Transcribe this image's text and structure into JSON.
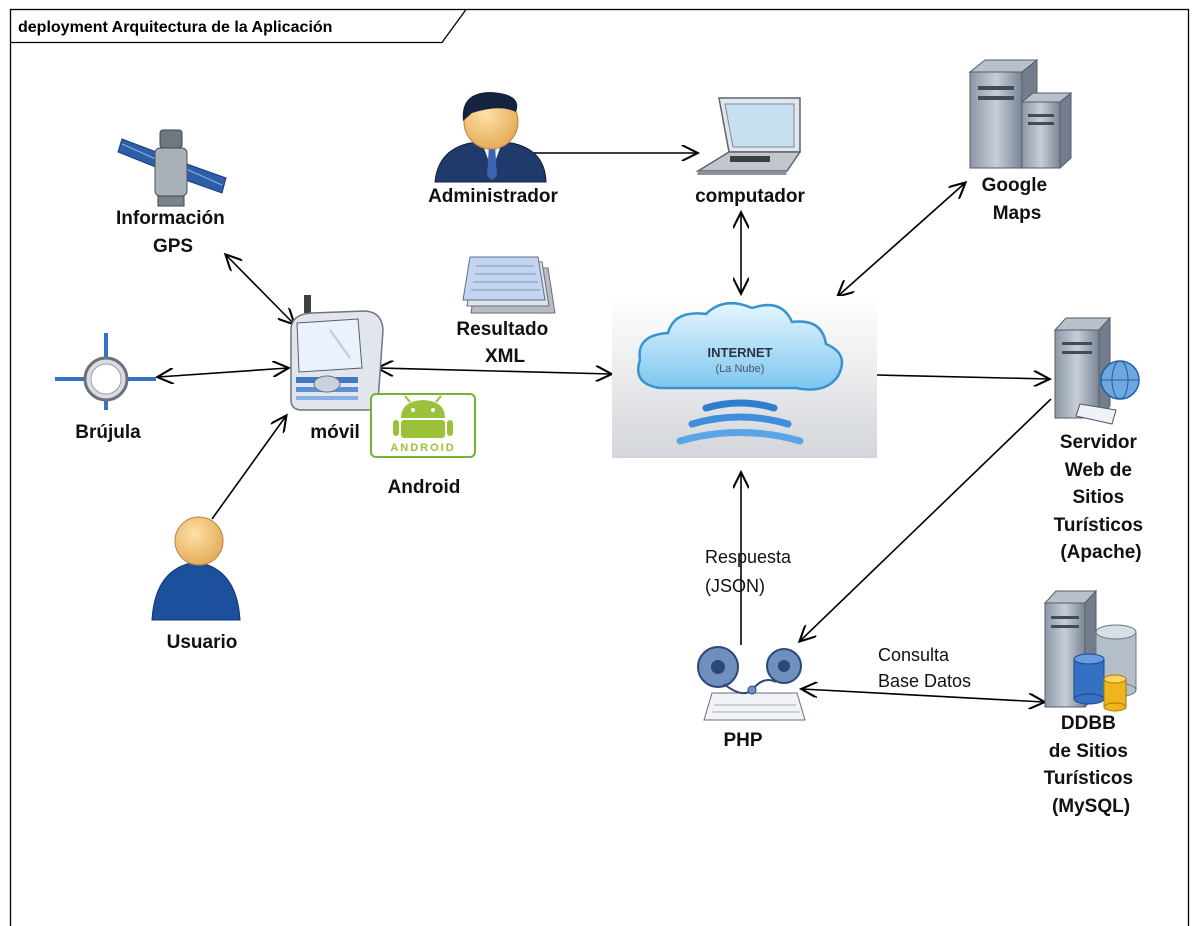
{
  "frame": {
    "title": "deployment Arquitectura de la Aplicación"
  },
  "nodes": {
    "gps": [
      "Información",
      "GPS"
    ],
    "administrador": [
      "Administrador"
    ],
    "computador": [
      "computador"
    ],
    "google_maps": [
      "Google",
      "Maps"
    ],
    "resultado_xml": [
      "Resultado",
      "XML"
    ],
    "brujula": [
      "Brújula"
    ],
    "movil": [
      "móvil"
    ],
    "android": [
      "Android"
    ],
    "android_logo_text": "ANDROID",
    "internet": [
      "INTERNET",
      "(La Nube)"
    ],
    "servidor_web": [
      "Servidor",
      "Web de",
      "Sitios",
      "Turísticos",
      "(Apache)"
    ],
    "usuario": [
      "Usuario"
    ],
    "respuesta": [
      "Respuesta",
      "(JSON)"
    ],
    "consulta": [
      "Consulta",
      "Base Datos"
    ],
    "php": [
      "PHP"
    ],
    "ddbb": [
      "DDBB",
      "de Sitios",
      "Turísticos",
      "(MySQL)"
    ]
  },
  "colors": {
    "android_green": "#9bc13b",
    "cloud_blue": "#5fb4e6",
    "person_blue": "#1c4f9c",
    "admin_navy": "#1f3a6b",
    "skin": "#f3c27a"
  },
  "icons": {
    "gps": "satellite-icon",
    "administrador": "admin-person-icon",
    "computador": "laptop-icon",
    "google_maps": "server-pair-icon",
    "resultado_xml": "document-stack-icon",
    "brujula": "compass-icon",
    "movil": "mobile-device-icon",
    "android": "android-logo-icon",
    "internet": "cloud-wireless-icon",
    "servidor_web": "web-server-icon",
    "usuario": "user-person-icon",
    "php": "php-engine-icon",
    "ddbb": "database-server-icon"
  }
}
